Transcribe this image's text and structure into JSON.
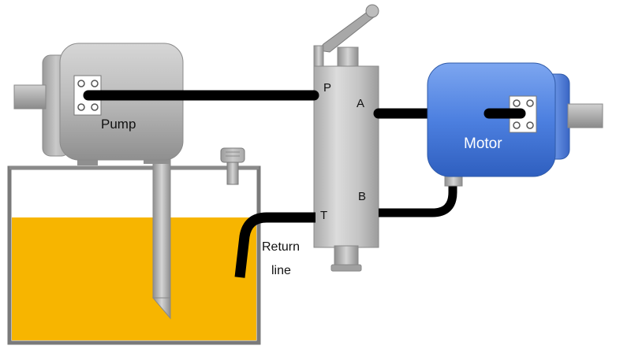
{
  "labels": {
    "pump": "Pump",
    "motor": "Motor",
    "port_p": "P",
    "port_a": "A",
    "port_b": "B",
    "port_t": "T",
    "return_line_1": "Return",
    "return_line_2": "line"
  },
  "colors": {
    "oil": "#F7B500",
    "motor_body": "#4A7FE0",
    "pump_body": "#B3B3B3",
    "valve_body": "#C4C4C4",
    "hose": "#000000",
    "tank_outline": "#7A7A7A"
  },
  "icons": [
    "valve-lever-icon",
    "tank-breather-cap-icon",
    "shaft-coupling-icon"
  ]
}
